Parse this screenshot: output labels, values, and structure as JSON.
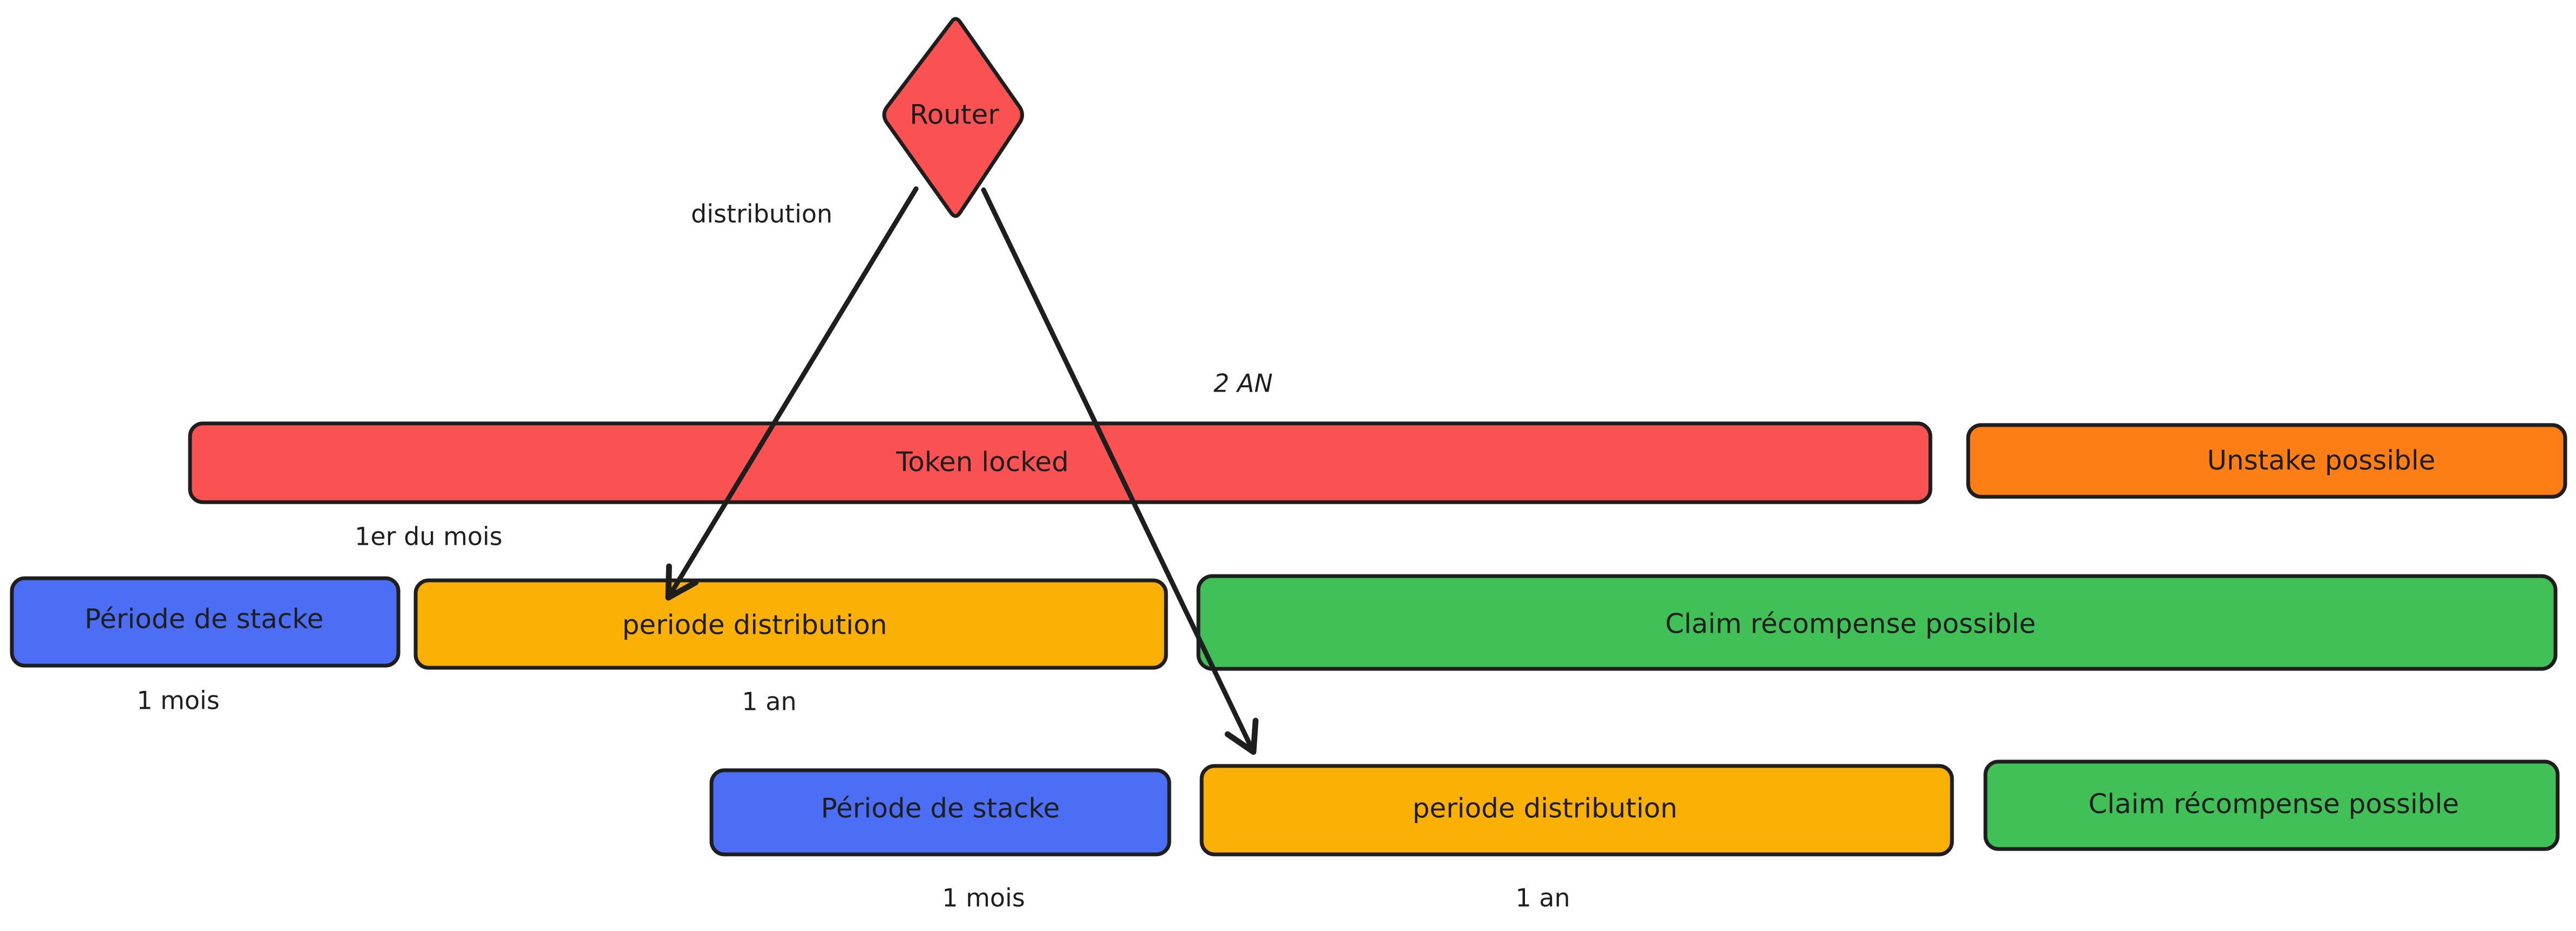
{
  "router": {
    "label": "Router",
    "color": "#fa5252"
  },
  "annotations": {
    "distribution": "distribution",
    "duration_total": "2 AN",
    "first_of_month": "1er du mois"
  },
  "row1": {
    "token_locked": {
      "label": "Token locked",
      "color": "#fa5252"
    },
    "unstake": {
      "label": "Unstake possible",
      "color": "#fd7e14"
    }
  },
  "row2": {
    "stake_period": {
      "label": "Période de stacke",
      "color": "#4c6ef5",
      "duration": "1 mois"
    },
    "distribution_period": {
      "label": "periode distribution",
      "color": "#fab005",
      "duration": "1 an"
    },
    "claim": {
      "label": "Claim récompense possible",
      "color": "#40c057"
    }
  },
  "row3": {
    "stake_period": {
      "label": "Période de stacke",
      "color": "#4c6ef5",
      "duration": "1 mois"
    },
    "distribution_period": {
      "label": "periode distribution",
      "color": "#fab005",
      "duration": "1 an"
    },
    "claim": {
      "label": "Claim récompense possible",
      "color": "#40c057"
    }
  }
}
